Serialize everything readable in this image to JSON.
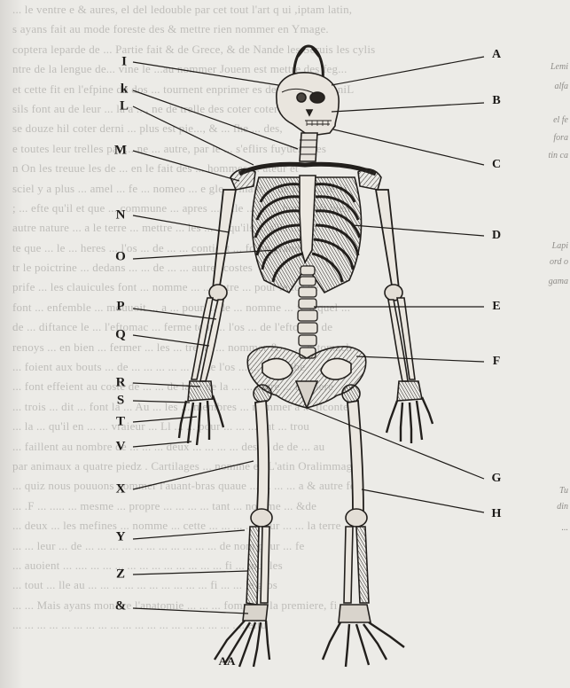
{
  "left_labels": [
    "I",
    "k",
    "L",
    "M",
    "N",
    "O",
    "P",
    "Q",
    "R",
    "S",
    "T",
    "V",
    "X",
    "Y",
    "Z",
    "&"
  ],
  "right_labels": [
    "A",
    "B",
    "C",
    "D",
    "E",
    "F",
    "G",
    "H"
  ],
  "bottom_label": "AA",
  "background_text": [
    "... le ventre e & aures, el del ledouble par cet tout l'art q ui ,iptam latin,",
    "s ayans fait au mode foreste des & mettre rien nommer en Ymage.",
    "coptera leparde de ... Partie fait & de Grece, & de Nande les Seruis les cylis",
    "ntre de la lengue de... vine le ...au nommer Jouem est mettre des feg...",
    "et cette fit en l'efpine du dos ... tournent enprimer es degres de col , niL",
    "sils font au de leur ... la a ..., ne de trelle des coter coter ont cote",
    "se douze hil coter derni ... plus est pie..., & ... fhe ... des,",
    "e toutes leur trelles par ... ne ... autre, par le ... s'eflirs fuyuent Tes",
    "n On les treuue les de ... en le fait des ... hommes ... ateur et",
    "sciel y a plus ... amel ... fe ... nomeo ... e gle ... mam ... de fom ... le vi",
    "; ... efte qu'il et que ... commune ... apres ... telle ... la ... hor ... eft bien",
    "autre nature ... a le terre ... mettre ... les ... ... qu'ils ... s'ils ... fes",
    "te que ... le ... heres ... l'os ... de ... ... contient ... fo vn grand os",
    "tr le poictrine ... dedans ... ... de ... ... autres costes",
    "prife ... les clauicules font ... nomme ... ... entre ... pour le tor de",
    "font ... enfemble ... mouuoit ... a ... pour ... de ... nomme ... fe lequel ...",
    "de ... diftance le ... l'eftomac ... ferme tout ... l'os ... de l'eftomac de",
    "renoys ... en bien ... fermer ... les ... trente ... nommer & ... ... estomach ..",
    "... foient aux bouts ... de ... ... ... ... ... ... de l'os ... ... de l'aube",
    "... font effeient au coste de ... ... de la ... de la ... ... autre ... maniere",
    "... trois ... dit ... font la ... Au ... les ... membres ... nommer a ... Ilconte",
    "... la ... qu'il en ... ... vraieur ... Ll ... ... pour ... ... ... aut ... trou",
    "... faillent au nombre de ... ... ... deux ... ... ... ... des ... de de ... au",
    "par animaux a quatre piedz . Cartilages ... nomme en L'atin Oralimmag,",
    "... quiz nous pouuons nommer l'auant-bras quaue ... ... ... ... a & autre fe",
    "... .F ... ..... ... mesme ... propre ... ... ... ... tant ... nomme ... &de",
    "... deux ... les mefines ... nomme ... cette ... ... ... ... pour ... ... la terre",
    "... ... leur ... de ... ... ... ... ... ... ... ... ... ... ... de nom pour ... fe",
    "... auoient ... .... ... ... ... ... ... ... ... ... ... ... ... fi ... tout les",
    "... tout ... lle au ... ... ... ... ... ... ... ... ... ... fi ... ... le gros",
    "... ... Mais ayans monftre l'anatomie ... ... ... fommant la premiere, fi",
    "... ... ... ... ... ... ... ... ... ... ... ... ... ... ... ... ... ... .... eftu"
  ],
  "right_margin_notes": [
    "Lemi",
    "alfa",
    "el fe",
    "fora",
    "tin ca",
    "Lapi",
    "ord o",
    "gama",
    "Tu",
    "din",
    "... "
  ]
}
